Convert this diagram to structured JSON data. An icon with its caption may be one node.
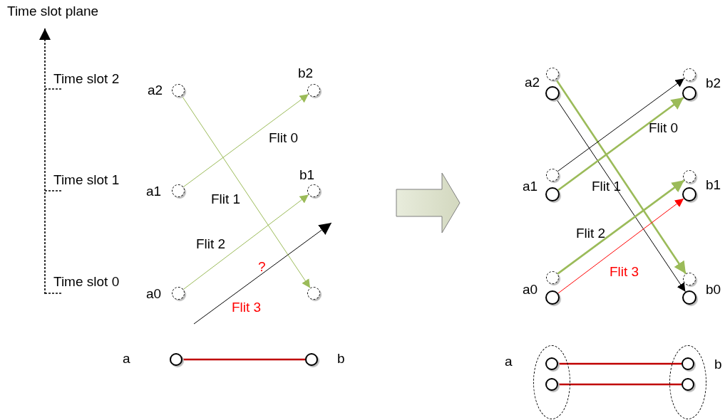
{
  "diagram": {
    "nodes": [
      {
        "text": [],
        "shape": "circle",
        "beside": [
          "a2"
        ]
      },
      {
        "text": [],
        "shape": "circle",
        "beside": [
          "b2"
        ]
      },
      {
        "text": [],
        "shape": "circle",
        "beside": [
          "a1"
        ]
      },
      {
        "text": [],
        "shape": "circle",
        "beside": [
          "b1"
        ]
      },
      {
        "text": [],
        "shape": "circle",
        "beside": [
          "a0"
        ]
      },
      {
        "text": [],
        "shape": "circle"
      },
      {
        "text": [],
        "shape": "circle",
        "beside": [
          "a"
        ]
      },
      {
        "text": [],
        "shape": "circle",
        "beside": [
          "b"
        ]
      },
      {
        "text": [],
        "shape": "circle"
      },
      {
        "text": [],
        "shape": "circle",
        "beside": [
          "a2"
        ]
      },
      {
        "text": [],
        "shape": "circle"
      },
      {
        "text": [],
        "shape": "circle",
        "beside": [
          "b2"
        ]
      },
      {
        "text": [],
        "shape": "circle"
      },
      {
        "text": [],
        "shape": "circle",
        "beside": [
          "a1"
        ]
      },
      {
        "text": [],
        "shape": "circle"
      },
      {
        "text": [],
        "shape": "circle",
        "beside": [
          "b1"
        ]
      },
      {
        "text": [],
        "shape": "circle"
      },
      {
        "text": [],
        "shape": "circle",
        "beside": [
          "a0"
        ]
      },
      {
        "text": [],
        "shape": "circle"
      },
      {
        "text": [],
        "shape": "circle",
        "beside": [
          "b0"
        ]
      },
      {
        "text": [],
        "shape": "ellipse",
        "beside": [
          "a"
        ]
      },
      {
        "text": [],
        "shape": "circle",
        "in": 20
      },
      {
        "text": [],
        "shape": "circle",
        "in": 20
      },
      {
        "text": [],
        "shape": "ellipse",
        "beside": [
          "b"
        ]
      },
      {
        "text": [],
        "shape": "circle",
        "in": 23
      },
      {
        "text": [],
        "shape": "circle",
        "in": 23
      }
    ],
    "edges": [
      {
        "from": 0,
        "to": 5,
        "arrow": "to",
        "label": "Flit 1"
      },
      {
        "from": 2,
        "to": 1,
        "arrow": "to",
        "label": "Flit 0"
      },
      {
        "from": 4,
        "to": 3,
        "arrow": "to",
        "label": "Flit 2"
      },
      {
        "from": 6,
        "to": 7,
        "arrow": "none",
        "style": "thick",
        "color": "#c00000"
      },
      {
        "from": 9,
        "to": 19,
        "arrow": "to",
        "color": "#000000"
      },
      {
        "from": 8,
        "to": 18,
        "arrow": "to",
        "style": "thick",
        "label": "Flit 1"
      },
      {
        "from": 12,
        "to": 10,
        "arrow": "to",
        "color": "#000000"
      },
      {
        "from": 13,
        "to": 11,
        "arrow": "to",
        "style": "thick",
        "label": "Flit 0"
      },
      {
        "from": 16,
        "to": 14,
        "arrow": "to",
        "style": "thick",
        "label": "Flit 2"
      },
      {
        "from": 17,
        "to": 15,
        "arrow": "to",
        "label": "Flit 3",
        "color": "#ff0000"
      },
      {
        "from": 21,
        "to": 24,
        "arrow": "none",
        "style": "thick",
        "color": "#c00000"
      },
      {
        "from": 22,
        "to": 25,
        "arrow": "none",
        "style": "thick",
        "color": "#c00000"
      }
    ],
    "labels": [
      "Time slot plane",
      "Time slot 2",
      "Time slot 1",
      "Time slot 0",
      "?",
      "Flit 3"
    ]
  }
}
